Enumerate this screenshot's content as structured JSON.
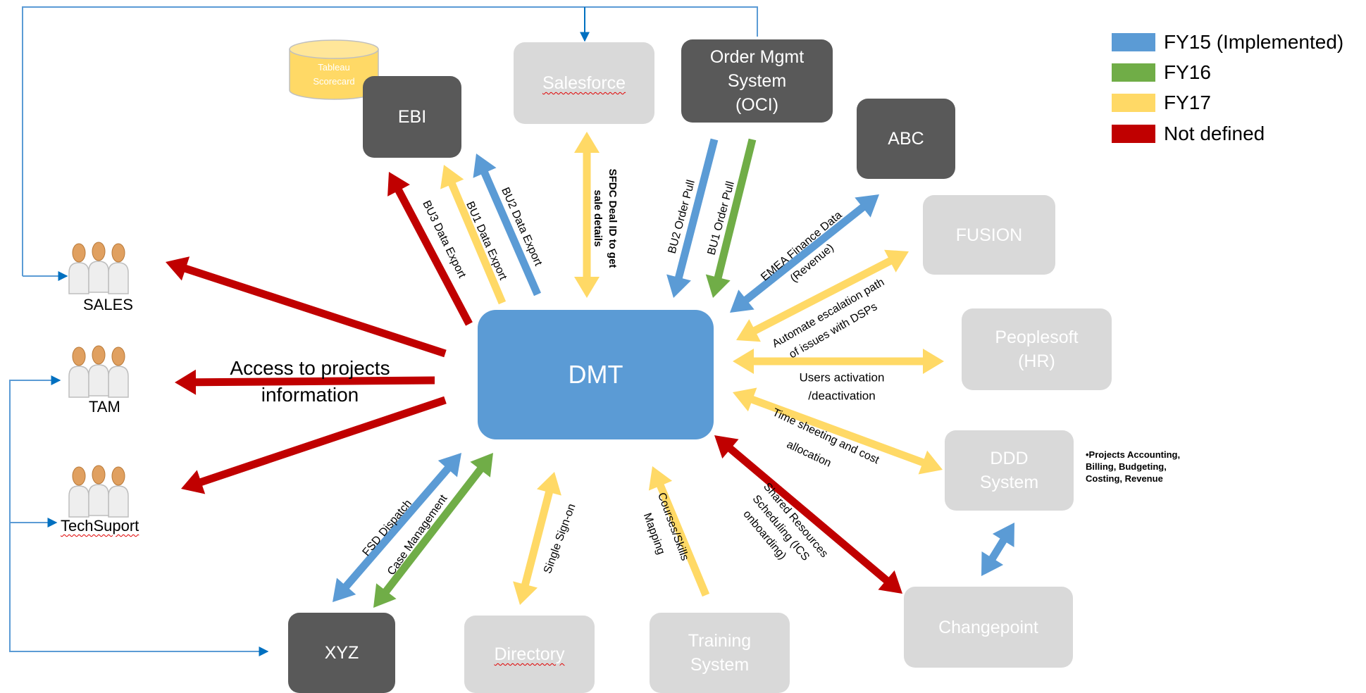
{
  "nodes": {
    "tableau": "Tableau\nScorecard",
    "ebi": "EBI",
    "salesforce": "Salesforce",
    "oms": "Order Mgmt\nSystem\n(OCI)",
    "abc": "ABC",
    "fusion": "FUSION",
    "peoplesoft": "Peoplesoft\n(HR)",
    "ddd": "DDD\nSystem",
    "changepoint": "Changepoint",
    "training": "Training\nSystem",
    "directory": "Directory",
    "xyz": "XYZ",
    "dmt": "DMT"
  },
  "people": {
    "sales": "SALES",
    "tam": "TAM",
    "techsupport": "TechSuport"
  },
  "legend": [
    {
      "label": "FY15 (Implemented)",
      "color": "#5b9bd5"
    },
    {
      "label": "FY16",
      "color": "#70ad47"
    },
    {
      "label": "FY17",
      "color": "#ffd966"
    },
    {
      "label": "Not defined",
      "color": "#c00000"
    }
  ],
  "ddd_note": "•Projects Accounting,\nBilling, Budgeting,\nCosting, Revenue",
  "access_label": "Access to projects\ninformation",
  "edge_labels": {
    "bu3": "BU3 Data Export",
    "bu1_export": "BU1 Data Export",
    "bu2_export": "BU2 Data Export",
    "sfdc_1": "SFDC Deal ID to get",
    "sfdc_2": "sale details",
    "bu2_pull": "BU2 Order Pull",
    "bu1_pull": "BU1 Order Pull",
    "emea_1": "EMEA Finance Data",
    "emea_2": "(Revenue)",
    "escalation_1": "Automate escalation path",
    "escalation_2": "of issues with DSPs",
    "users_1": "Users activation",
    "users_2": "/deactivation",
    "time_1": "Time sheeting and cost",
    "time_2": "allocation",
    "shared_1": "Shared Resources",
    "shared_2": "Scheduling (ICS",
    "shared_3": "onboarding)",
    "courses_1": "Courses/Skills",
    "courses_2": "Mapping",
    "sso": "Single Sign-on",
    "case": "Case Management",
    "fsd": "FSD Dispatch"
  },
  "colors": {
    "fy15": "#5b9bd5",
    "fy16": "#70ad47",
    "fy17": "#ffd966",
    "undefined": "#c00000",
    "connector": "#5b9bd5"
  }
}
